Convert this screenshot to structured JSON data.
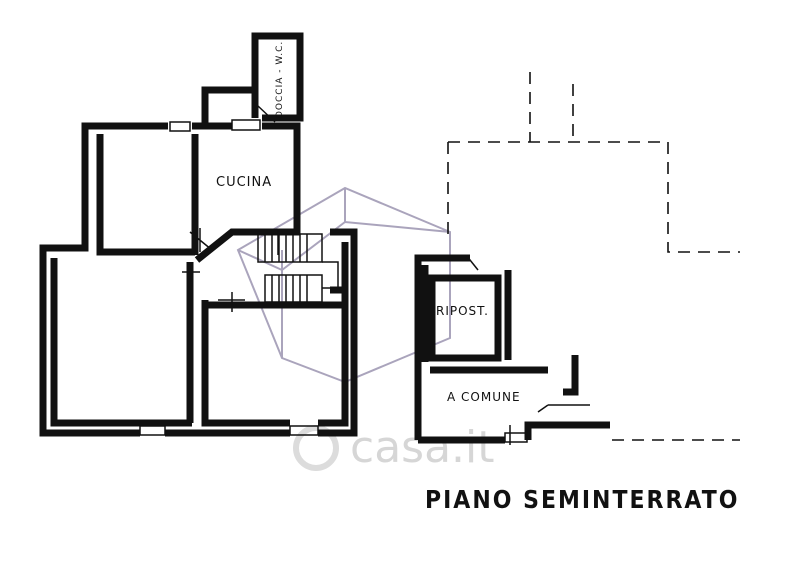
{
  "labels": {
    "cucina": "CUCINA",
    "doccia": "DOCCIA - W.C.",
    "ripost": "RIPOST.",
    "a_comune": "A COMUNE"
  },
  "title": "PIANO SEMINTERRATO",
  "watermark": {
    "text": "casa.it",
    "icon": "house-logo-icon"
  }
}
